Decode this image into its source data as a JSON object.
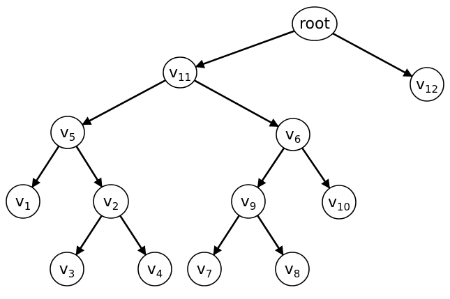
{
  "tree": {
    "nodes": [
      {
        "id": "root",
        "label": "root",
        "sub": ""
      },
      {
        "id": "v11",
        "label": "v",
        "sub": "11"
      },
      {
        "id": "v12",
        "label": "v",
        "sub": "12"
      },
      {
        "id": "v5",
        "label": "v",
        "sub": "5"
      },
      {
        "id": "v6",
        "label": "v",
        "sub": "6"
      },
      {
        "id": "v1",
        "label": "v",
        "sub": "1"
      },
      {
        "id": "v2",
        "label": "v",
        "sub": "2"
      },
      {
        "id": "v9",
        "label": "v",
        "sub": "9"
      },
      {
        "id": "v10",
        "label": "v",
        "sub": "10"
      },
      {
        "id": "v3",
        "label": "v",
        "sub": "3"
      },
      {
        "id": "v4",
        "label": "v",
        "sub": "4"
      },
      {
        "id": "v7",
        "label": "v",
        "sub": "7"
      },
      {
        "id": "v8",
        "label": "v",
        "sub": "8"
      }
    ],
    "edges": [
      {
        "from": "root",
        "to": "v11"
      },
      {
        "from": "root",
        "to": "v12"
      },
      {
        "from": "v11",
        "to": "v5"
      },
      {
        "from": "v11",
        "to": "v6"
      },
      {
        "from": "v5",
        "to": "v1"
      },
      {
        "from": "v5",
        "to": "v2"
      },
      {
        "from": "v2",
        "to": "v3"
      },
      {
        "from": "v2",
        "to": "v4"
      },
      {
        "from": "v6",
        "to": "v9"
      },
      {
        "from": "v6",
        "to": "v10"
      },
      {
        "from": "v9",
        "to": "v7"
      },
      {
        "from": "v9",
        "to": "v8"
      }
    ]
  }
}
